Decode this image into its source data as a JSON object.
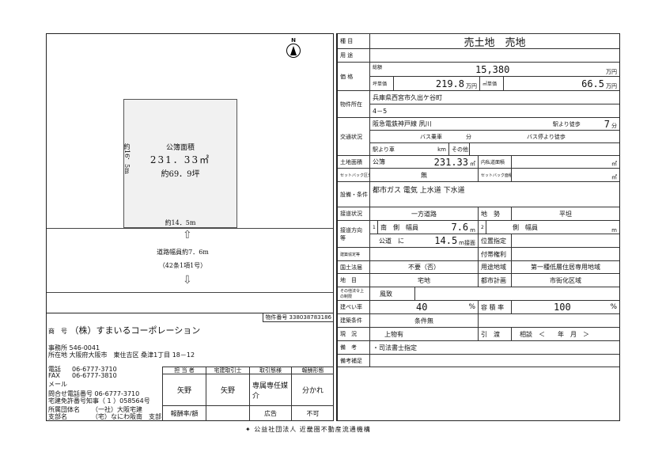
{
  "map": {
    "north": "N",
    "area_label": "公簿面積",
    "area_sqm": "231．33㎡",
    "area_tsubo": "約69．9坪",
    "depth": "約16．5m",
    "frontage": "約14．5m",
    "road_width": "道路幅員約7．6m",
    "road_type": "（42条1項1号）"
  },
  "company": {
    "property_no": "物件番号 338038783186",
    "name_label": "商　号",
    "name": "（株）すまいるコーポレーション",
    "office_label": "事務所",
    "postal": "546-0041",
    "address_label": "所在地",
    "address": "大阪府大阪市　東住吉区 桑津1丁目 18－12",
    "tel_label": "電話",
    "tel": "06-6777-3710",
    "fax_label": "FAX",
    "fax": "06-6777-3810",
    "mail_label": "メール",
    "inquiry": "問合せ電話番号 06-6777-3710",
    "license": "宅建免許番号知事（ 1 ）058564号",
    "assoc_label": "所属団体名",
    "assoc": "（一社）大阪宅建",
    "branch_label": "支部名",
    "branch": "（宅）なにわ阪南　支部",
    "table": {
      "headers": [
        "担 当 者",
        "宅建取引士",
        "取引態様",
        "報酬形態"
      ],
      "values": [
        "矢野",
        "矢野",
        "専属専任媒介",
        "分かれ"
      ],
      "fee_label": "報酬率/額",
      "fee": "",
      "ad_label": "広告",
      "ad": "不可"
    }
  },
  "sheet": {
    "type_label": "種 目",
    "type": "売土地　売地",
    "use_label": "用 途",
    "use": "",
    "price_label": "価 格",
    "total_label": "総額",
    "total": "15,380",
    "man_yen": "万円",
    "tsubo_label": "坪単価",
    "tsubo_price": "219.8",
    "sqm_label": "㎡単価",
    "sqm_price": "66.5",
    "loc_label": "物件所在",
    "loc1": "兵庫県西宮市久出ケ谷町",
    "loc2": "4－5",
    "traffic_label": "交通状況",
    "line": "阪急電鉄神戸線 夙川",
    "walk_label": "駅より徒歩",
    "walk": "7",
    "min": "分",
    "bus_label": "バス乗車",
    "bus_min": "分",
    "bus_walk_label": "バス停より徒歩",
    "car_label": "駅より車",
    "km": "km",
    "other_label": "その他",
    "land_label": "土地面積",
    "land_kind": "公簿",
    "land_area": "231.33",
    "sqm": "㎡",
    "private_road_label": "内私道面積",
    "setback_label": "セットバック区分",
    "setback": "無",
    "setback_area_label": "セットバック面積",
    "facilities_label": "設備・条件",
    "facilities": "都市ガス 電気 上水道 下水道",
    "road_status_label": "接道状況",
    "road_status": "一方道路",
    "terrain_label": "地　勢",
    "terrain": "平坦",
    "road_dir_label": "接道方向等",
    "road1_no": "1",
    "road1": "南　側　幅員",
    "road1_w": "7.6",
    "m": "m",
    "road2_no": "2",
    "road2": "側　幅員",
    "road_kind": "公道　に",
    "frontage": "14.5",
    "frontage_unit": "m接面",
    "position_label": "位置指定",
    "agreement_label": "建築協定等",
    "rights_label": "付帯権利",
    "nla_label": "国土法届",
    "nla": "不要（否）",
    "zoning_label": "用途地域",
    "zoning": "第一種低層住居専用地域",
    "category_label": "地　目",
    "category": "宅地",
    "plan_label": "都市計画",
    "plan": "市街化区域",
    "other_law_label": "その他法令上の制限",
    "other_law": "風致",
    "bcr_label": "建ぺい率",
    "bcr": "40",
    "pct": "%",
    "far_label": "容 積 率",
    "far": "100",
    "cond_label": "建築条件",
    "cond": "条件無",
    "status_label": "現　況",
    "status": "上物有",
    "handover_label": "引　渡",
    "handover": "相談　＜　　年　月　＞",
    "remarks_label": "備　考",
    "remarks": "・司法書士指定",
    "remarks2_label": "備考補足"
  },
  "footer": "公益社団法人 近畿圏不動産流通機構"
}
